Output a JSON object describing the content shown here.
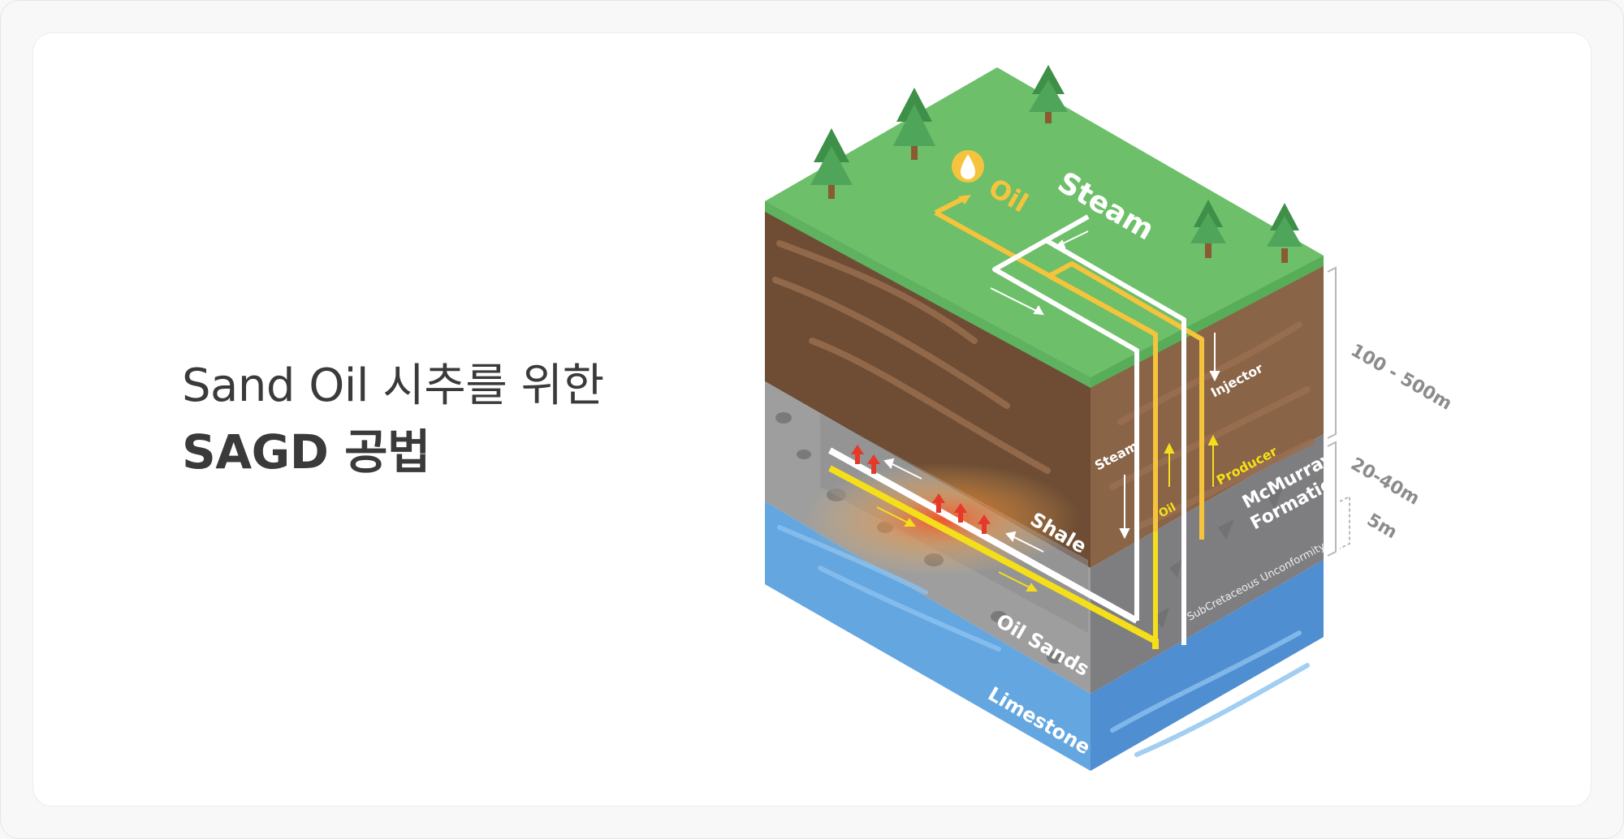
{
  "headline": {
    "line1": "Sand Oil 시추를 위한",
    "line2": "SAGD 공법"
  },
  "diagram": {
    "surface_labels": {
      "oil": "Oil",
      "steam": "Steam"
    },
    "wells": {
      "injector": "Injector",
      "producer": "Producer",
      "steam": "Steam",
      "oil": "Oil"
    },
    "layers": {
      "shale": "Shale",
      "oil_sands": "Oil Sands",
      "limestone": "Limestone",
      "mcmurray": [
        "McMurray",
        "Formation"
      ],
      "unconformity": "SubCretaceous Unconformity"
    },
    "depths": {
      "upper": "100 - 500m",
      "middle": "20-40m",
      "lower": "5m"
    }
  },
  "colors": {
    "grass_top": "#6dbf6a",
    "grass_side": "#58ad58",
    "soil_left": "#6e4d34",
    "soil_right": "#8a6446",
    "rock_left": "#9e9e9e",
    "rock_right": "#7e7e80",
    "water_left": "#63a6e0",
    "water_right": "#4f8ed0",
    "oil_pipe": "#f6c43c",
    "producer_pipe": "#f5df1a",
    "steam_pipe": "#ffffff",
    "heat": "#e53a2a"
  }
}
